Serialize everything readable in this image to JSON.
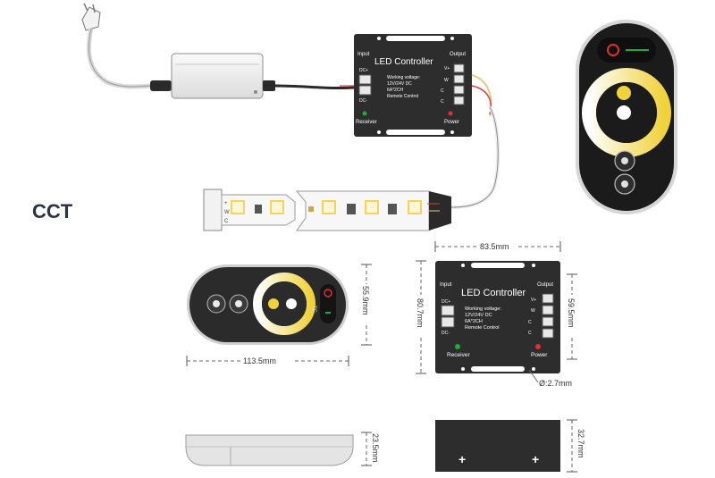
{
  "title": "CCT",
  "controller": {
    "name": "LED Controller",
    "input_label": "Input",
    "output_label": "Output",
    "dc_plus": "DC+",
    "dc_minus": "DC-",
    "spec_1": "Working voltage:",
    "spec_2": "12V/24V DC",
    "spec_3": "6A*2CH",
    "spec_4": "Remote Control",
    "out_v": "V+",
    "out_w": "W",
    "out_c1": "C",
    "out_c2": "C",
    "receiver": "Receiver",
    "power": "Power"
  },
  "strip": {
    "pin_plus": "+",
    "pin_w": "W",
    "pin_c": "C"
  },
  "remote": {
    "logo": "TC"
  },
  "dimensions": {
    "remote_width": "113.5mm",
    "remote_height": "55.9mm",
    "remote_depth": "23.5mm",
    "controller_width": "83.5mm",
    "controller_height": "80.7mm",
    "controller_inner_height": "59.5mm",
    "controller_depth": "32.7mm",
    "hole_diameter": "Ø:2.7mm"
  },
  "colors": {
    "warm_white": "#f4d44c",
    "cool_white": "#ffffff",
    "body": "#2a2a2a",
    "receiver_led": "#1faa3a",
    "power_led": "#e23030"
  }
}
